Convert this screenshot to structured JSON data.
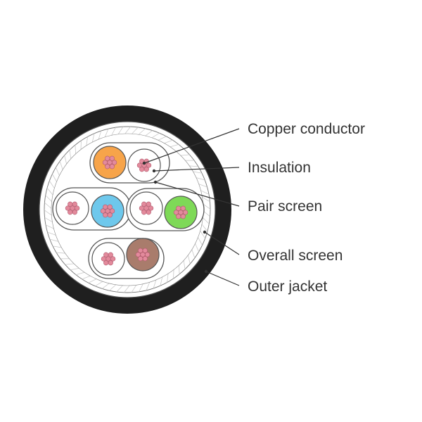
{
  "diagram": {
    "labels": {
      "copper_conductor": "Copper conductor",
      "insulation": "Insulation",
      "pair_screen": "Pair screen",
      "overall_screen": "Overall screen",
      "outer_jacket": "Outer jacket"
    },
    "colors": {
      "outer_jacket": "#1f1f1f",
      "screen_fill": "#ffffff",
      "insulation_white": "#ffffff",
      "insulation_orange": "#f7a44a",
      "insulation_blue": "#6ec8ec",
      "insulation_green": "#7ed957",
      "insulation_brown": "#a97c6c",
      "conductor": "#e38a9c",
      "outline": "#555555",
      "hatch": "#c9c9c9",
      "text": "#333333"
    }
  }
}
